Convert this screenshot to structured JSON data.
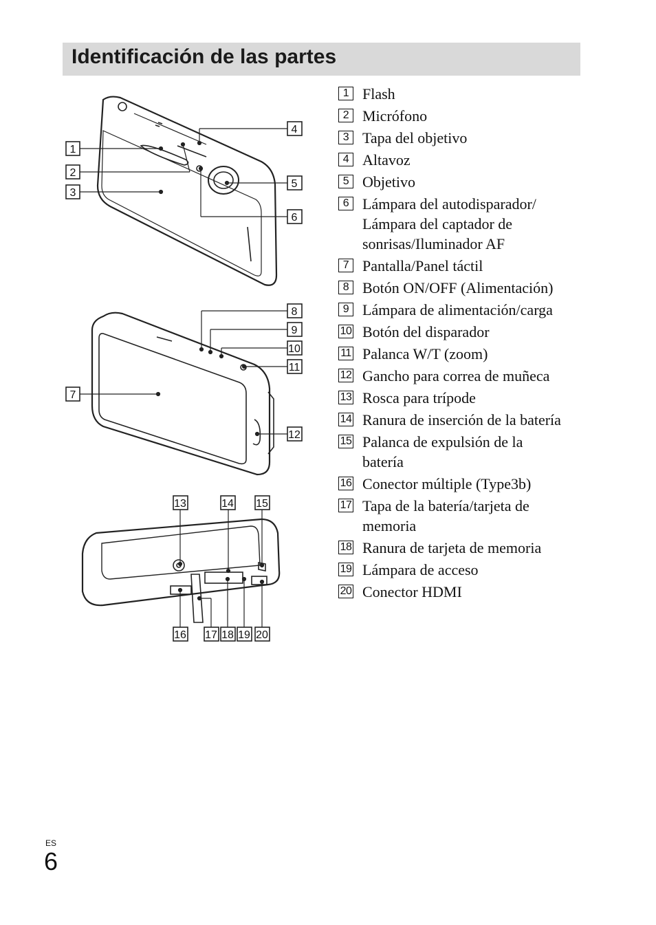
{
  "header": {
    "title": "Identificación de las partes"
  },
  "parts": [
    {
      "num": "1",
      "label": "Flash"
    },
    {
      "num": "2",
      "label": "Micrófono"
    },
    {
      "num": "3",
      "label": "Tapa del objetivo"
    },
    {
      "num": "4",
      "label": "Altavoz"
    },
    {
      "num": "5",
      "label": "Objetivo"
    },
    {
      "num": "6",
      "label": "Lámpara del autodisparador/\nLámpara del captador de\nsonrisas/Iluminador AF"
    },
    {
      "num": "7",
      "label": "Pantalla/Panel táctil"
    },
    {
      "num": "8",
      "label": "Botón ON/OFF (Alimentación)"
    },
    {
      "num": "9",
      "label": "Lámpara de alimentación/carga"
    },
    {
      "num": "10",
      "label": "Botón del disparador"
    },
    {
      "num": "11",
      "label": "Palanca W/T (zoom)"
    },
    {
      "num": "12",
      "label": "Gancho para correa de muñeca"
    },
    {
      "num": "13",
      "label": "Rosca para trípode"
    },
    {
      "num": "14",
      "label": "Ranura de inserción de la batería"
    },
    {
      "num": "15",
      "label": "Palanca de expulsión de la\nbatería"
    },
    {
      "num": "16",
      "label": "Conector múltiple (Type3b)"
    },
    {
      "num": "17",
      "label": "Tapa de la batería/tarjeta de\nmemoria"
    },
    {
      "num": "18",
      "label": "Ranura de tarjeta de memoria"
    },
    {
      "num": "19",
      "label": "Lámpara de acceso"
    },
    {
      "num": "20",
      "label": "Conector HDMI"
    }
  ],
  "footer": {
    "language": "ES",
    "page_number": "6"
  }
}
